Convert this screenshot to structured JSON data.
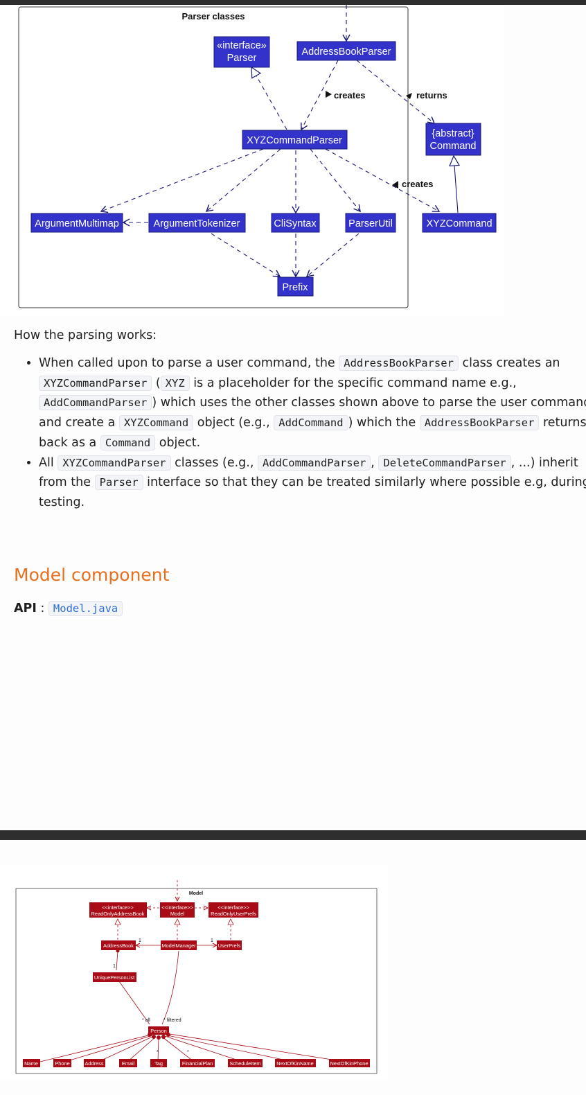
{
  "parser_diagram": {
    "title": "Parser classes",
    "nodes": {
      "parser": [
        "«interface»",
        "Parser"
      ],
      "address_book_parser": "AddressBookParser",
      "xyz_command_parser": "XYZCommandParser",
      "abstract_command": [
        "{abstract}",
        "Command"
      ],
      "argument_multimap": "ArgumentMultimap",
      "argument_tokenizer": "ArgumentTokenizer",
      "cli_syntax": "CliSyntax",
      "parser_util": "ParserUtil",
      "xyz_command": "XYZCommand",
      "prefix": "Prefix"
    },
    "edge_labels": {
      "creates_parser": "creates",
      "returns": "returns",
      "creates_command": "creates"
    },
    "colors": {
      "node_fill": "#3333cc",
      "edge": "#181875"
    }
  },
  "doc": {
    "intro": "How the parsing works:",
    "bullet1": {
      "t1": "When called upon to parse a user command, the ",
      "c1": "AddressBookParser",
      "t2": " class creates an ",
      "c2": "XYZCommandParser",
      "t3": " (",
      "c3": "XYZ",
      "t4": " is a placeholder for the specific command name e.g., ",
      "c4": "AddCommandParser",
      "t5": ") which uses the other classes shown above to parse the user command and create a ",
      "c5": "XYZCommand",
      "t6": " object (e.g., ",
      "c6": "AddCommand",
      "t7": ") which the ",
      "c7": "AddressBookParser",
      "t8": " returns back as a ",
      "c8": "Command",
      "t9": " object."
    },
    "bullet2": {
      "t1": "All ",
      "c1": "XYZCommandParser",
      "t2": " classes (e.g., ",
      "c2": "AddCommandParser",
      "t3": ", ",
      "c3": "DeleteCommandParser",
      "t4": ", ...) inherit from the ",
      "c4": "Parser",
      "t5": " interface so that they can be treated similarly where possible e.g, during testing."
    },
    "heading": "Model component",
    "api_label": "API",
    "api_sep": " : ",
    "api_link": "Model.java"
  },
  "model_diagram": {
    "title": "Model",
    "nodes": {
      "read_only_address_book": [
        "<<interface>>",
        "ReadOnlyAddressBook"
      ],
      "model": [
        "<<interface>>",
        "Model"
      ],
      "read_only_user_prefs": [
        "<<interface>>",
        "ReadOnlyUserPrefs"
      ],
      "address_book": "AddressBook",
      "model_manager": "ModelManager",
      "user_prefs": "UserPrefs",
      "unique_person_list": "UniquePersonList",
      "person": "Person",
      "name": "Name",
      "phone": "Phone",
      "address": "Address",
      "email": "Email",
      "tag": "Tag",
      "financial_plan": "FinancialPlan",
      "schedule_item": "ScheduleItem",
      "next_of_kin_name": "NextOfKinName",
      "next_of_kin_phone": "NextOfKinPhone"
    },
    "labels": {
      "one_ab": "1",
      "one_up": "1",
      "one_upl": "1",
      "all": "* all",
      "filtered": "* filtered",
      "star_tag": "*",
      "star_fp": "*"
    },
    "colors": {
      "node_fill": "#a80b16",
      "edge": "#a80b16"
    }
  }
}
